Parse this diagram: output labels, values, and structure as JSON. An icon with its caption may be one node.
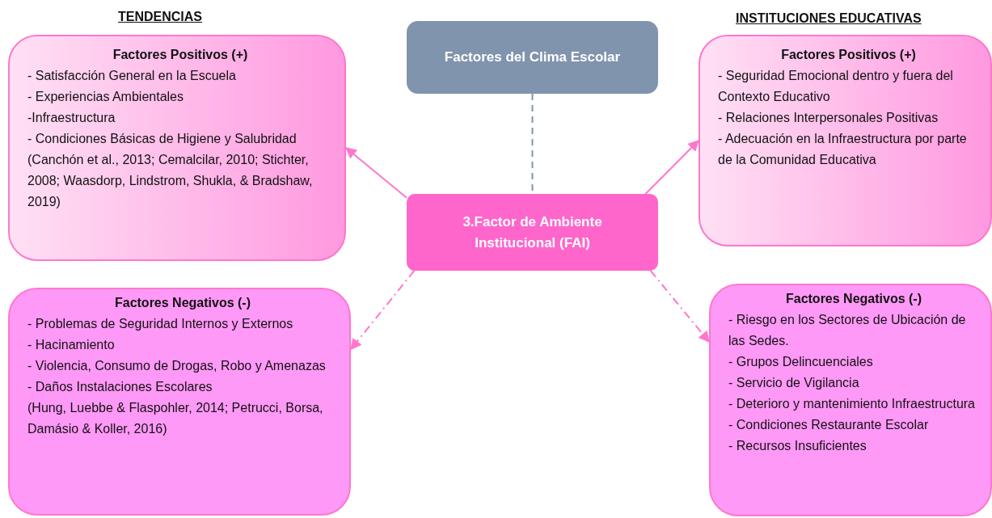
{
  "diagram": {
    "nodes": [
      {
        "text": [
          "Factores del Clima Escolar"
        ]
      },
      {
        "text": [
          "3.Factor  de Ambiente Institucional (FAI)"
        ]
      },
      {
        "text": [
          "Factores Positivos (+)",
          "- Satisfacción General en la Escuela",
          "- Experiencias Ambientales",
          "-Infraestructura",
          "- Condiciones Básicas de Higiene y Salubridad",
          "(Canchón et al., 2013; Cemalcilar, 2010; Stichter, 2008; Waasdorp, Lindstrom, Shukla, & Bradshaw, 2019)"
        ]
      },
      {
        "text": [
          "Factores Positivos (+)",
          "- Seguridad Emocional dentro y fuera del Contexto Educativo",
          "- Relaciones Interpersonales Positivas",
          "- Adecuación en la Infraestructura por parte de la Comunidad Educativa"
        ]
      },
      {
        "text": [
          "Factores Negativos (-)",
          "- Problemas de Seguridad Internos y Externos",
          "- Hacinamiento",
          "- Violencia, Consumo de Drogas, Robo y Amenazas",
          "- Daños Instalaciones Escolares",
          "(Hung, Luebbe & Flaspohler, 2014; Petrucci, Borsa, Damásio & Koller, 2016)"
        ]
      },
      {
        "text": [
          "Factores Negativos (-)",
          "- Riesgo en los Sectores de Ubicación de las Sedes.",
          "- Grupos Delincuenciales",
          "- Servicio de Vigilancia",
          "- Deterioro y mantenimiento Infraestructura",
          "- Condiciones Restaurante Escolar",
          "- Recursos Insuficientes"
        ]
      }
    ],
    "edges": [
      {
        "from": 0,
        "to": 1,
        "arrow": "none",
        "style": "dashed",
        "color": "#7f95b1"
      },
      {
        "from": 1,
        "to": 2,
        "arrow": "to"
      },
      {
        "from": 1,
        "to": 3,
        "arrow": "to"
      },
      {
        "from": 1,
        "to": 4,
        "arrow": "to",
        "style": "dashed"
      },
      {
        "from": 1,
        "to": 5,
        "arrow": "to",
        "style": "dashed"
      }
    ],
    "labels": [
      "TENDENCIAS",
      "INSTITUCIONES EDUCATIVAS"
    ]
  }
}
